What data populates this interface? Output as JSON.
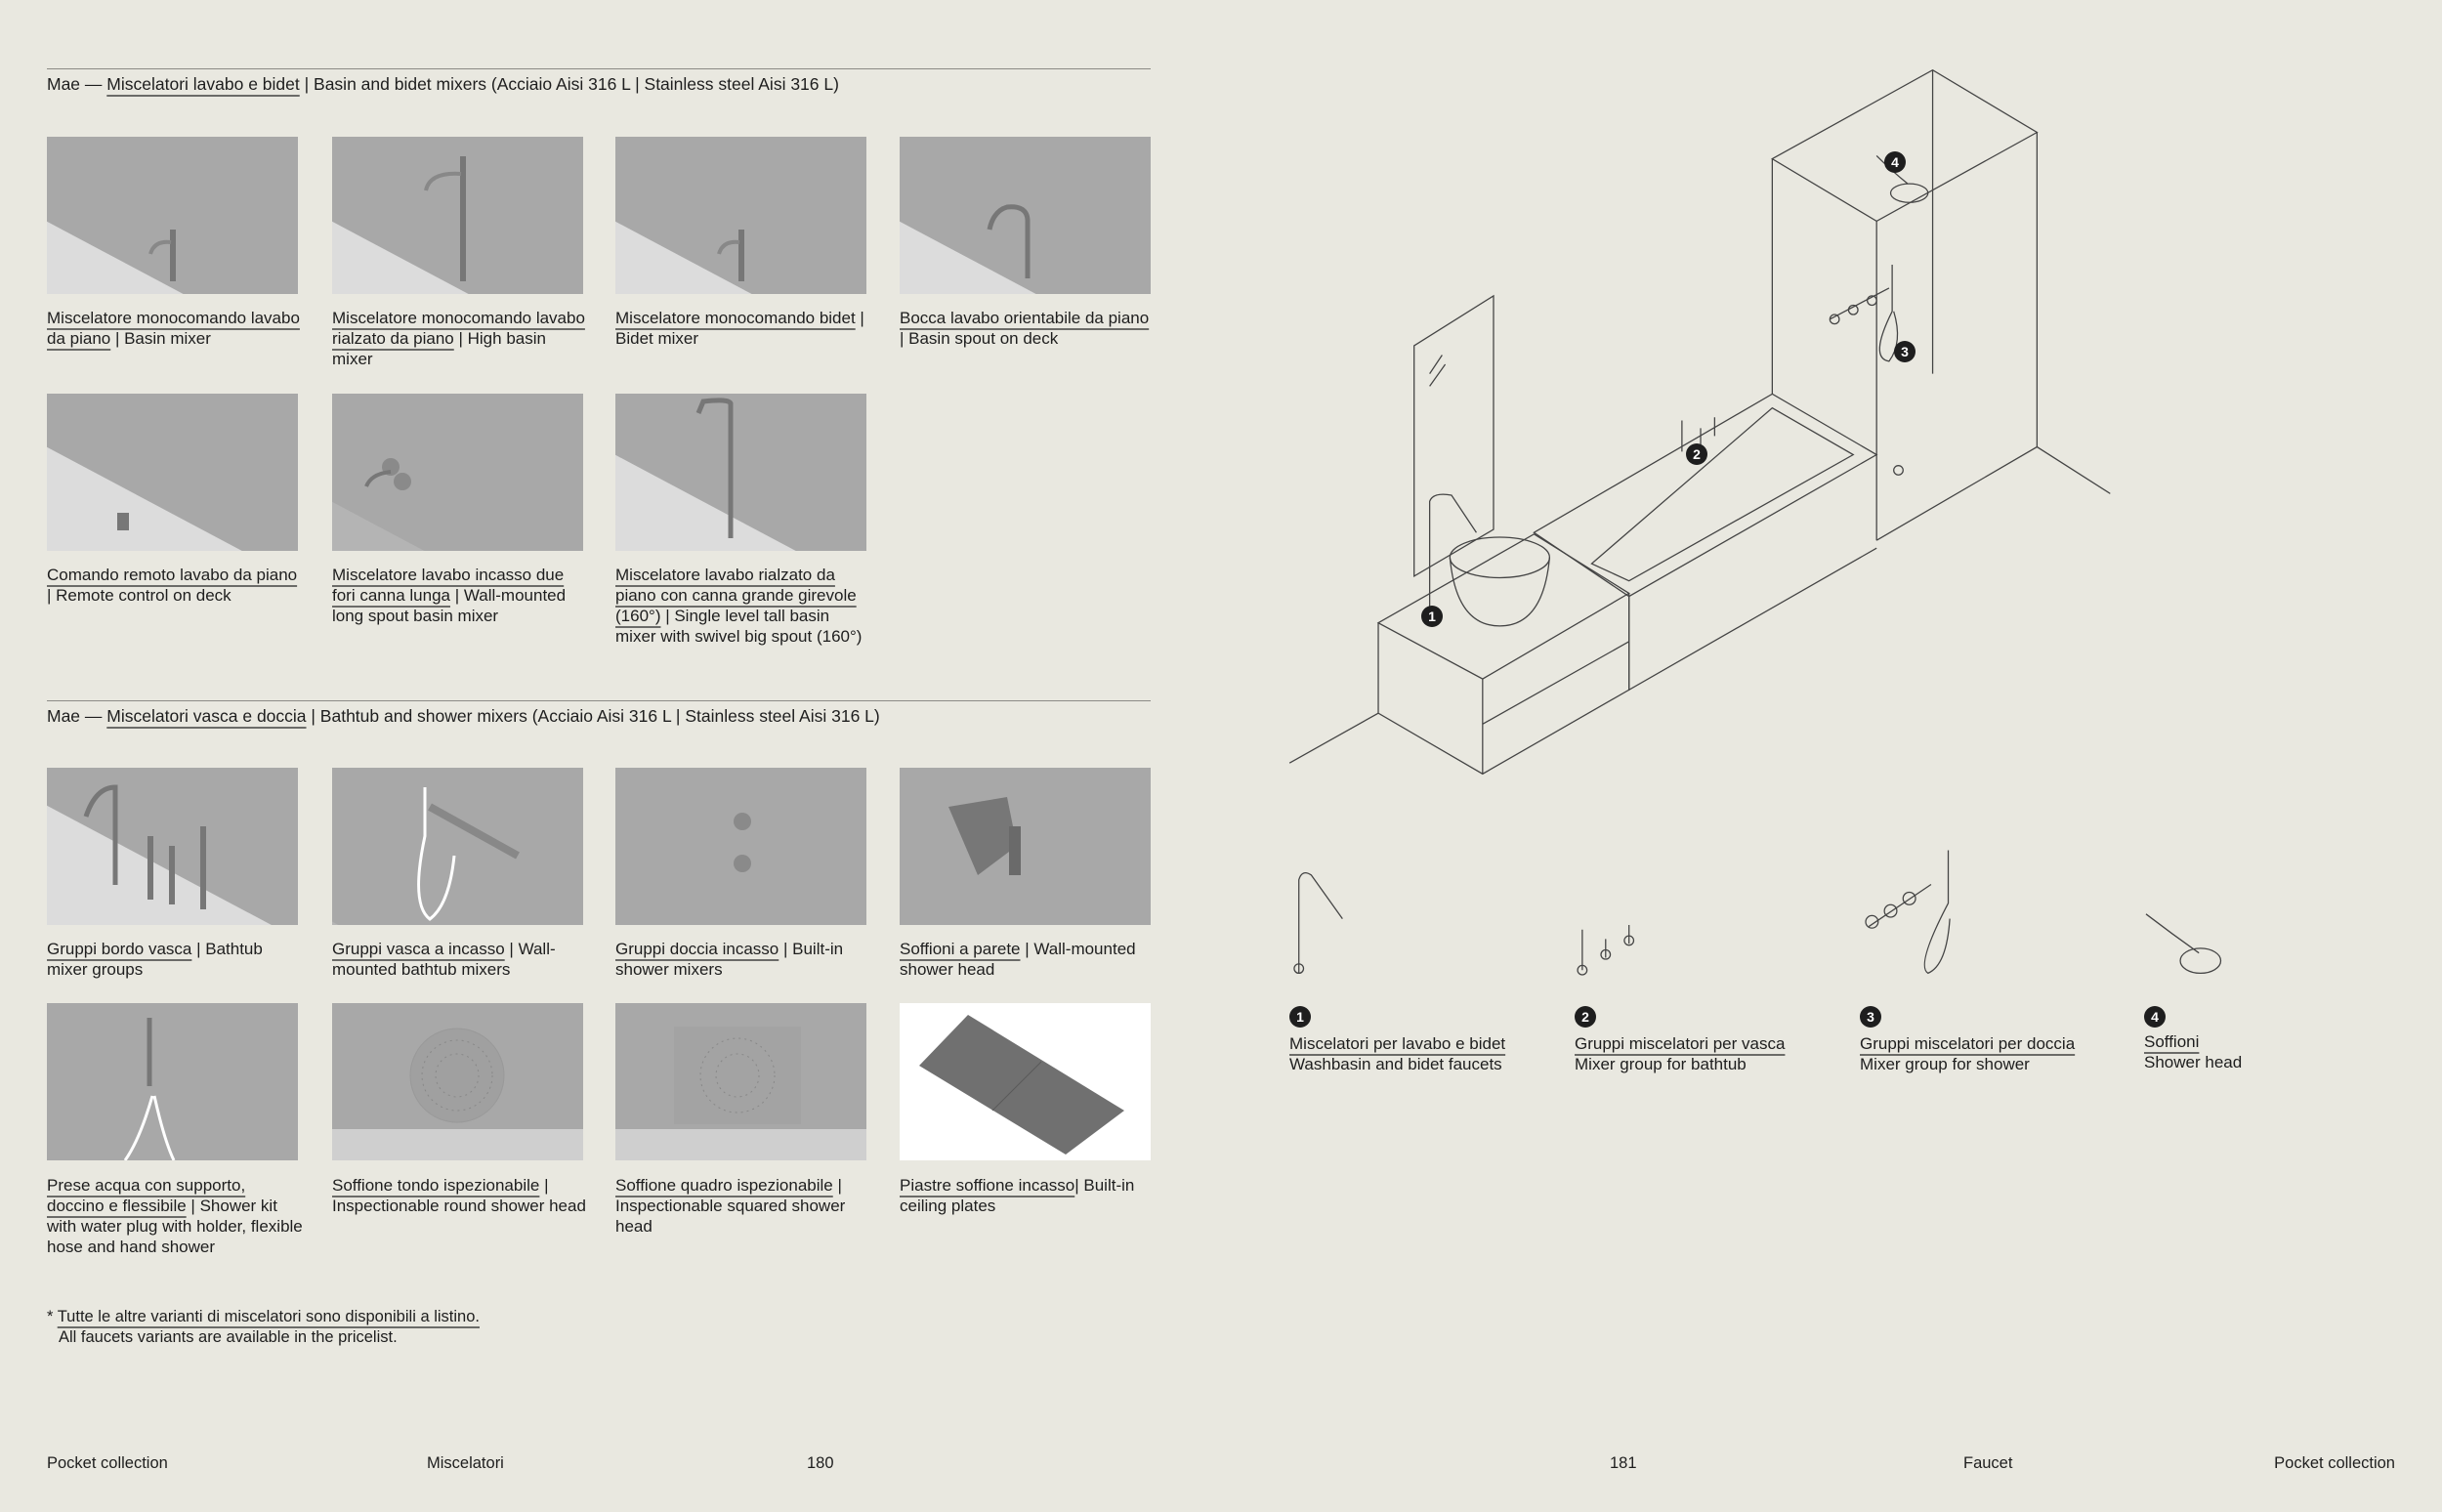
{
  "section1": {
    "prefix": "Mae —",
    "title_it": "Miscelatori lavabo e bidet",
    "title_rest": " | Basin and bidet mixers (Acciaio Aisi 316 L | Stainless steel Aisi 316 L)",
    "items": [
      {
        "it": "Miscelatore monocomando lavabo da piano",
        "en": " | Basin mixer"
      },
      {
        "it": "Miscelatore monocomando lavabo rialzato da piano",
        "en": " | High basin mixer"
      },
      {
        "it": "Miscelatore monocomando bidet",
        "en": " | Bidet mixer"
      },
      {
        "it": "Bocca lavabo orientabile da piano",
        "en": " | Basin spout on deck"
      },
      {
        "it": "Comando remoto lavabo da piano",
        "en": " | Remote control on deck"
      },
      {
        "it": "Miscelatore lavabo incasso due fori canna lunga",
        "en": " | Wall-mounted long spout basin mixer"
      },
      {
        "it": "Miscelatore lavabo rialzato da piano con canna grande girevole (160°)",
        "en": " | Single level tall basin mixer with swivel big spout (160°)"
      }
    ]
  },
  "section2": {
    "prefix": "Mae —",
    "title_it": "Miscelatori vasca e doccia",
    "title_rest": " | Bathtub and shower mixers (Acciaio Aisi 316 L | Stainless steel Aisi 316 L)",
    "items": [
      {
        "it": "Gruppi bordo vasca",
        "en": " | Bathtub mixer groups"
      },
      {
        "it": "Gruppi vasca a incasso",
        "en": " | Wall-mounted bathtub mixers"
      },
      {
        "it": "Gruppi doccia incasso",
        "en": " | Built-in shower mixers"
      },
      {
        "it": "Soffioni a parete",
        "en": " | Wall-mounted shower head"
      },
      {
        "it": "Prese acqua con supporto, doccino e flessibile",
        "en": " | Shower kit with water plug with holder, flexible hose and hand shower"
      },
      {
        "it": "Soffione tondo ispezionabile",
        "en": " | Inspectionable round shower head"
      },
      {
        "it": "Soffione quadro ispezionabile",
        "en": " | Inspectionable squared shower head"
      },
      {
        "it": "Piastre soffione incasso",
        "en": "| Built-in ceiling plates"
      }
    ]
  },
  "note": {
    "star": "*",
    "it": "Tutte le altre varianti di miscelatori sono disponibili a listino.",
    "en": "All faucets variants are available in the pricelist."
  },
  "diagram_markers": [
    "1",
    "2",
    "3",
    "4"
  ],
  "legend": [
    {
      "num": "1",
      "it": "Miscelatori per lavabo e bidet",
      "en": "Washbasin and bidet faucets"
    },
    {
      "num": "2",
      "it": "Gruppi miscelatori per vasca",
      "en": "Mixer group for bathtub"
    },
    {
      "num": "3",
      "it": "Gruppi miscelatori per doccia",
      "en": "Mixer group for shower"
    },
    {
      "num": "4",
      "it": "Soffioni",
      "en": "Shower head"
    }
  ],
  "footer": {
    "left_collection": "Pocket collection",
    "left_section": "Miscelatori",
    "left_page": "180",
    "right_page": "181",
    "right_section": "Faucet",
    "right_collection": "Pocket collection"
  }
}
